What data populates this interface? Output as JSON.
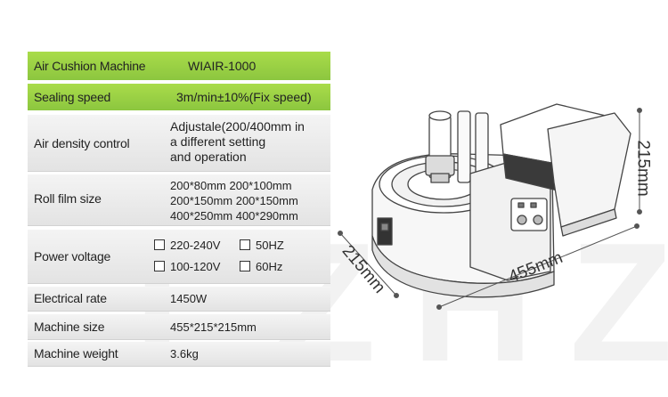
{
  "specs": {
    "header": {
      "label": "Air Cushion Machine",
      "value": "WIAIR-1000"
    },
    "sealing_speed": {
      "label": "Sealing speed",
      "value": "3m/min±10%(Fix speed)"
    },
    "air_density": {
      "label": "Air density control",
      "lines": [
        "Adjustale(200/400mm in",
        "a different setting",
        "and operation"
      ]
    },
    "roll_film": {
      "label": "Roll film size",
      "lines": [
        "200*80mm 200*100mm",
        "200*150mm  200*150mm",
        "400*250mm  400*290mm"
      ]
    },
    "power_voltage": {
      "label": "Power voltage",
      "options": [
        "220-240V",
        "50HZ",
        "100-120V",
        "60Hz"
      ]
    },
    "electrical_rate": {
      "label": "Electrical rate",
      "value": "1450W"
    },
    "machine_size": {
      "label": "Machine size",
      "value": "455*215*215mm"
    },
    "machine_weight": {
      "label": "Machine  weight",
      "value": "3.6kg"
    }
  },
  "dimensions": {
    "height": "215mm",
    "depth": "215mm",
    "width": "455mm"
  },
  "watermark": "LZHZXY",
  "colors": {
    "accent_green": "#8cc63f",
    "row_grey": "#e8e8e8"
  }
}
